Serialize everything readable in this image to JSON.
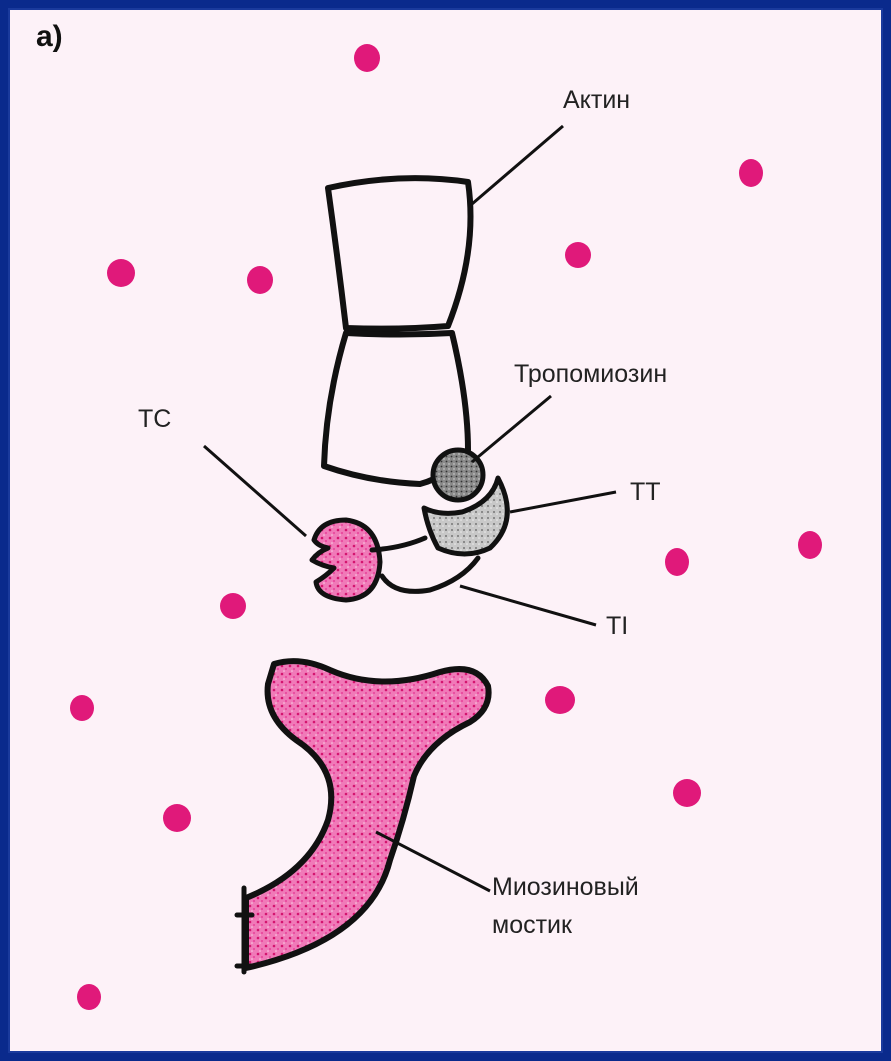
{
  "panel_label": "a)",
  "labels": {
    "actin": "Актин",
    "tropomyosin": "Тропомиозин",
    "tc": "TC",
    "tt": "TT",
    "ti": "TI",
    "myosin_line1": "Миозиновый",
    "myosin_line2": "мостик"
  },
  "colors": {
    "background": "#fdf2f8",
    "magenta": "#e0197a",
    "outline": "#111111",
    "border": "#0a2a8c"
  }
}
